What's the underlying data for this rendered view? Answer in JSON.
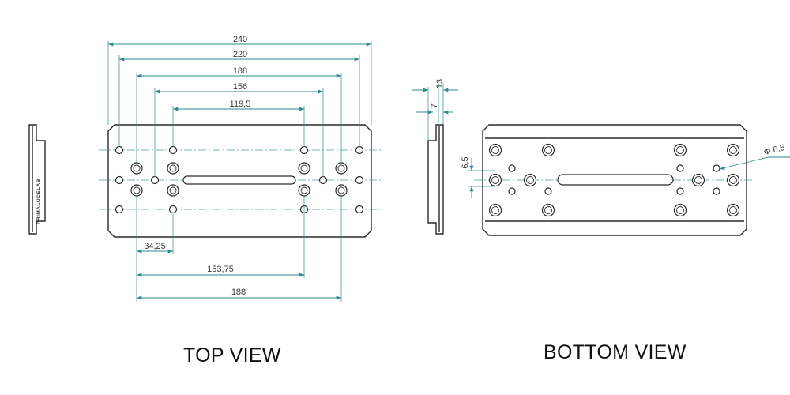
{
  "colors": {
    "dimension_line": "#2e8a8a",
    "outline": "#2a2a2a",
    "center_line": "#4a9e9e"
  },
  "side_view_left": {
    "brand_text": "PRIMALUCELAB"
  },
  "top_view": {
    "caption": "TOP VIEW",
    "dimensions": {
      "overall_length": "240",
      "outer_hole_span": "220",
      "hole_span_188_top": "188",
      "hole_span_156": "156",
      "slot_span": "119,5",
      "hole_offset": "34,25",
      "span_153_75": "153,75",
      "hole_span_188_bottom": "188"
    }
  },
  "side_view_right": {
    "dimensions": {
      "thickness_total": "13",
      "thickness_step": "7"
    }
  },
  "bottom_view": {
    "caption": "BOTTOM VIEW",
    "dimensions": {
      "offset": "6,5",
      "hole_diameter": "Φ 6,5"
    }
  }
}
